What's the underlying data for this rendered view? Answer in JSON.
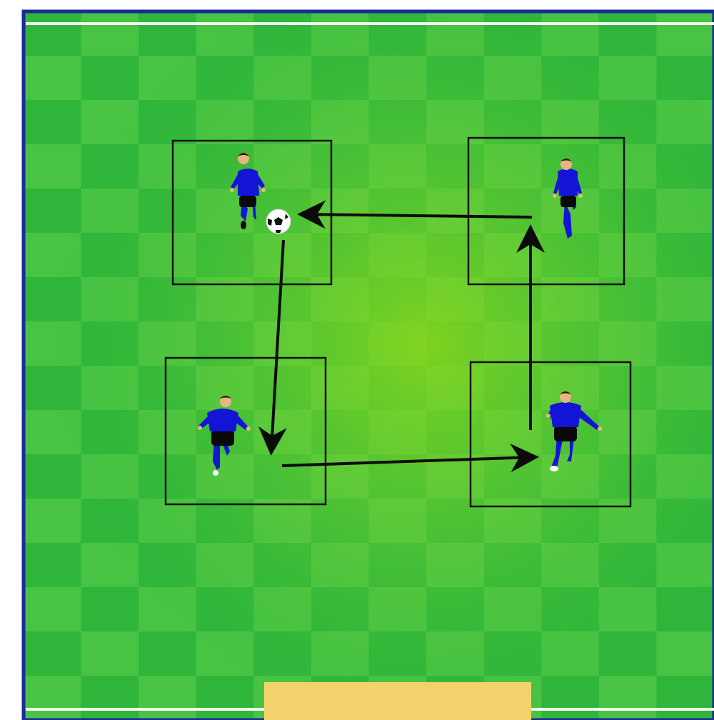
{
  "colors": {
    "border": "#1a2a9a",
    "field_dark": "#2fb63a",
    "field_light": "#5ccd4a",
    "field_center": "#7fd21f",
    "line": "#f4f7f0",
    "box": "#111111",
    "arrow": "#0b0b0b",
    "shirt": "#1414d6",
    "shorts": "#0a0a0a",
    "skin": "#e8b483",
    "ball": "#ffffff",
    "label_box": "#f2d36b"
  },
  "icons": {
    "player": "player-icon",
    "ball": "soccer-ball-icon",
    "arrow": "arrow-icon"
  },
  "drill": {
    "grids": [
      {
        "name": "grid-top-left"
      },
      {
        "name": "grid-top-right"
      },
      {
        "name": "grid-bottom-left"
      },
      {
        "name": "grid-bottom-right"
      }
    ],
    "players": [
      {
        "name": "player-top-left",
        "has_ball": true
      },
      {
        "name": "player-top-right",
        "has_ball": false
      },
      {
        "name": "player-bottom-left",
        "has_ball": false
      },
      {
        "name": "player-bottom-right",
        "has_ball": false
      }
    ],
    "passes": [
      {
        "from": "player-top-left",
        "to": "player-bottom-left"
      },
      {
        "from": "player-bottom-left",
        "to": "player-bottom-right"
      },
      {
        "from": "player-bottom-right",
        "to": "player-top-right"
      },
      {
        "from": "player-top-right",
        "to": "player-top-left"
      }
    ]
  },
  "label_box": {
    "text": ""
  }
}
